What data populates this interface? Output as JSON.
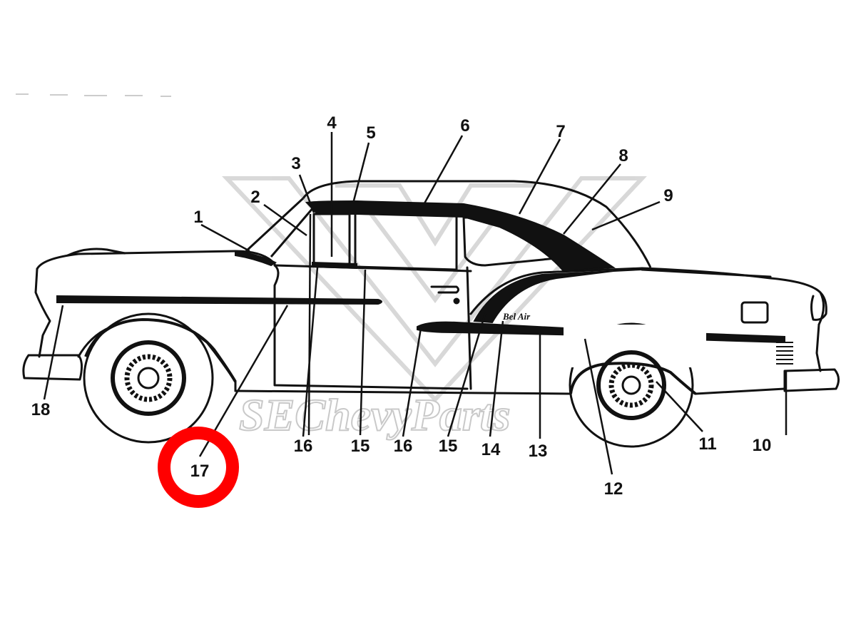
{
  "diagram": {
    "watermark": "SEChevyParts",
    "nameplate_script": "Bel Air",
    "highlight_color": "#ff0000",
    "line_color": "#111111",
    "callouts": [
      {
        "id": "c1",
        "label": "1"
      },
      {
        "id": "c2",
        "label": "2"
      },
      {
        "id": "c3",
        "label": "3"
      },
      {
        "id": "c4",
        "label": "4"
      },
      {
        "id": "c5",
        "label": "5"
      },
      {
        "id": "c6",
        "label": "6"
      },
      {
        "id": "c7",
        "label": "7"
      },
      {
        "id": "c8",
        "label": "8"
      },
      {
        "id": "c9",
        "label": "9"
      },
      {
        "id": "c10",
        "label": "10"
      },
      {
        "id": "c11",
        "label": "11"
      },
      {
        "id": "c12",
        "label": "12"
      },
      {
        "id": "c13",
        "label": "13"
      },
      {
        "id": "c14",
        "label": "14"
      },
      {
        "id": "c15a",
        "label": "15"
      },
      {
        "id": "c15b",
        "label": "15"
      },
      {
        "id": "c16a",
        "label": "16"
      },
      {
        "id": "c16b",
        "label": "16"
      },
      {
        "id": "c17",
        "label": "17",
        "highlighted": true
      },
      {
        "id": "c18",
        "label": "18"
      }
    ]
  }
}
